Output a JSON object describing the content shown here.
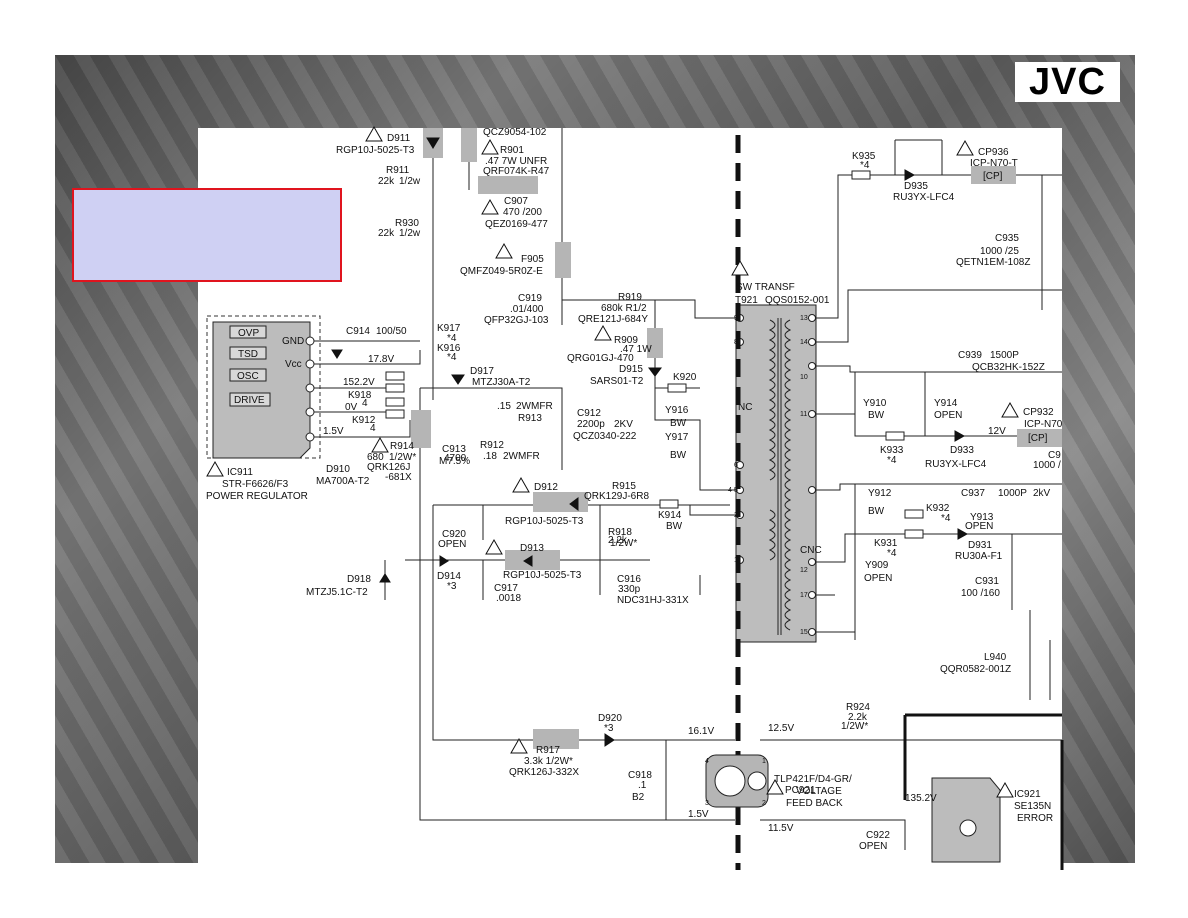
{
  "brand": {
    "logo_text": "JVC"
  },
  "ic911": {
    "blocks": [
      "OVP",
      "TSD",
      "OSC",
      "DRIVE"
    ],
    "pins": {
      "gnd": "GND",
      "vcc": "Vcc"
    },
    "ref": "IC911",
    "part": "STR-F6626/F3",
    "desc": "POWER REGULATOR",
    "v1": "152.2V",
    "v2": "0V",
    "v3": "1.5V"
  },
  "labels": {
    "d911": "D911",
    "d911p": "RGP10J-5025-T3",
    "qcz": "QCZ9054-102",
    "r901": "R901",
    "r901v": ".47 7W UNFR",
    "r901p": "QRF074K-R47",
    "c907": "C907",
    "c907v": "470 /200",
    "c907p": "QEZ0169-477",
    "r911": "R911",
    "r911v": "22k",
    "r911w": "1/2w",
    "r930": "R930",
    "r930v": "22k",
    "r930w": "1/2w",
    "f905": "F905",
    "f905p": "QMFZ049-5R0Z-E",
    "c919": "C919",
    "c919v": ".01/400",
    "c919p": "QFP32GJ-103",
    "r919": "R919",
    "r919v": "680k R1/2",
    "r919p": "QRE121J-684Y",
    "r909": "R909",
    "r909v": ".47 1W",
    "r909p": "QRG01GJ-470",
    "d915": "D915",
    "d915p": "SARS01-T2",
    "k920": "K920",
    "c914": "C914",
    "c914v": "100/50",
    "v178": "17.8V",
    "k917": "K917",
    "k917s": "*4",
    "k916": "K916",
    "k916s": "*4",
    "d917": "D917",
    "d917p": "MTZJ30A-T2",
    "k918": "K918",
    "k918s": "4",
    "k912": "K912",
    "k912s": "4",
    "r912v": ".15",
    "r912w": "2WMFR",
    "r913": "R913",
    "c912": "C912",
    "c912v": "2200p",
    "c912w": "2KV",
    "c912p": "QCZ0340-222",
    "r912": "R912",
    "r912b": ".18",
    "r912bw": "2WMFR",
    "c913": "C913",
    "c913v": "4700",
    "c913w": "M7.5%",
    "r914": "R914",
    "r914v": "680",
    "r914w": "1/2W*",
    "r914p": "QRK126J",
    "r914q": "-681X",
    "d910": "D910",
    "d910p": "MA700A-T2",
    "y916": "Y916",
    "y916v": "BW",
    "y917": "Y917",
    "y917v": "BW",
    "d912": "D912",
    "d912p": "RGP10J-5025-T3",
    "r915": "R915",
    "r915p": "QRK129J-6R8",
    "k914": "K914",
    "k914v": "BW",
    "c920": "C920",
    "c920v": "OPEN",
    "r918": "R918",
    "r918v": "2.2k",
    "r918w": "1/2W*",
    "d913": "D913",
    "d913p": "RGP10J-5025-T3",
    "d918": "D918",
    "d918p": "MTZJ5.1C-T2",
    "d914": "D914",
    "d914s": "*3",
    "c917": "C917",
    "c917v": ".0018",
    "c916": "C916",
    "c916v": "330p",
    "c916p": "NDC31HJ-331X",
    "d920": "D920",
    "d920s": "*3",
    "r917": "R917",
    "r917v": "3.3k 1/2W*",
    "r917p": "QRK126J-332X",
    "c918": "C918",
    "c918v": ".1",
    "c918w": "B2",
    "v161": "16.1V",
    "v15": "1.5V",
    "v125": "12.5V",
    "v115": "11.5V",
    "tx": "SW TRANSF",
    "t921": "T921",
    "t921p": "QQS0152-001",
    "nc": "NC",
    "cnc": "CNC",
    "k935": "K935",
    "k935s": "*4",
    "d935": "D935",
    "d935p": "RU3YX-LFC4",
    "cp936": "CP936",
    "cp936p": "ICP-N70-T",
    "cp": "[CP]",
    "c935": "C935",
    "c935v": "1000 /25",
    "c935p": "QETN1EM-108Z",
    "c939": "C939",
    "c939v": "1500P",
    "c939p": "QCB32HK-152Z",
    "y910": "Y910",
    "y910v": "BW",
    "y914": "Y914",
    "y914v": "OPEN",
    "cp932": "CP932",
    "cp932p": "ICP-N70",
    "v12": "12V",
    "k933": "K933",
    "k933s": "*4",
    "d933": "D933",
    "d933p": "RU3YX-LFC4",
    "c9x": "C9",
    "c9xv": "1000 /",
    "y912": "Y912",
    "y912v": "BW",
    "c937": "C937",
    "c937v": "1000P",
    "c937w": "2kV",
    "k932": "K932",
    "k932s": "*4",
    "y913": "Y913",
    "y913v": "OPEN",
    "k931": "K931",
    "k931s": "*4",
    "d931": "D931",
    "d931p": "RU30A-F1",
    "y909": "Y909",
    "y909v": "OPEN",
    "c931": "C931",
    "c931v": "100 /160",
    "l940": "L940",
    "l940p": "QQR0582-001Z",
    "r924": "R924",
    "r924v": "2.2k",
    "r924w": "1/2W*",
    "pc921": "PC921",
    "pc921p": "TLP421F/D4-GR/",
    "pc921a": "VOLTAGE",
    "pc921b": "FEED BACK",
    "ic921": "IC921",
    "ic921p": "SE135N",
    "ic921a": "ERROR",
    "v1352": "135.2V",
    "c922": "C922",
    "c922v": "OPEN",
    "pin_nums": [
      "9",
      "8",
      "6",
      "5",
      "4",
      "2",
      "1",
      "13",
      "14",
      "10",
      "11",
      "12",
      "17",
      "15",
      "3",
      "4",
      "1",
      "2"
    ]
  }
}
